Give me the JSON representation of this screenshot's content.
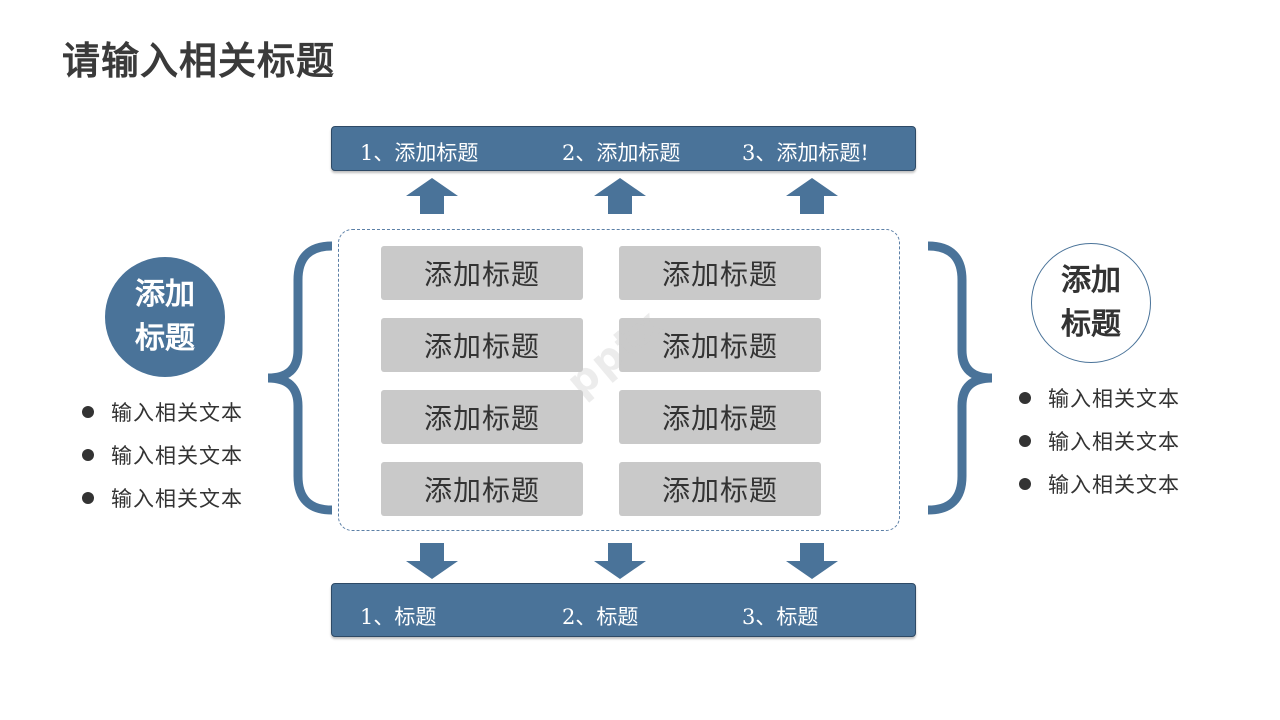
{
  "title": "请输入相关标题",
  "top_bar": {
    "items": [
      "1、添加标题",
      "2、添加标题",
      "3、添加标题!"
    ]
  },
  "bottom_bar": {
    "items": [
      "1、标题",
      "2、标题",
      "3、标题"
    ]
  },
  "grid": {
    "boxes": [
      "添加标题",
      "添加标题",
      "添加标题",
      "添加标题",
      "添加标题",
      "添加标题",
      "添加标题",
      "添加标题"
    ]
  },
  "left": {
    "circle": {
      "line1": "添加",
      "line2": "标题"
    },
    "bullets": [
      "输入相关文本",
      "输入相关文本",
      "输入相关文本"
    ]
  },
  "right": {
    "circle": {
      "line1": "添加",
      "line2": "标题"
    },
    "bullets": [
      "输入相关文本",
      "输入相关文本",
      "输入相关文本"
    ]
  },
  "watermark": "pptx",
  "colors": {
    "accent": "#4a7399",
    "box": "#c9c9c9",
    "text": "#333333"
  },
  "icons": {
    "up_arrows": "arrow-up-icon",
    "down_arrows": "arrow-down-icon",
    "braces": "curly-brace-icon"
  }
}
